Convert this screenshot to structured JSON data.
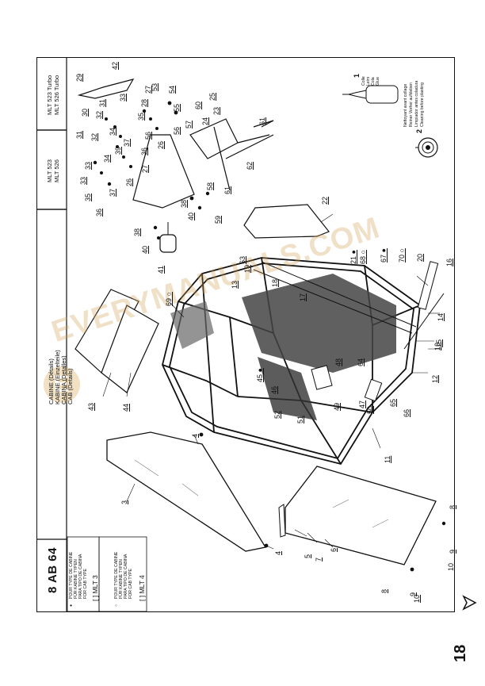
{
  "page": {
    "number": "18",
    "ref_code": "8 AB 64"
  },
  "title": {
    "lines": [
      "CABINE (Détails)",
      "KABINE (Einzelteile)",
      "CABINA (Detalles)",
      "CAB (Details)"
    ]
  },
  "cab_type_notes": [
    {
      "marker": "filled-dot",
      "lines": [
        "POUR TYPE DE CABINE",
        "FÜR KABINE TYPEN",
        "PARA TIPO DE CABINA",
        "FOR CAB TYPE"
      ],
      "model": "MLT 3"
    },
    {
      "marker": "hollow-circle",
      "lines": [
        "POUR TYPE DE CABINE",
        "FÜR KABINE TYPEN",
        "PARA TIPO DE CABINA",
        "FOR CAB TYPE"
      ],
      "model": "MLT 4"
    }
  ],
  "models": {
    "left": [
      "MLT 523",
      "MLT 526"
    ],
    "right": [
      "MLT 523 Turbo",
      "MLT 526 Turbo"
    ]
  },
  "products": [
    {
      "ref": "1",
      "lines": [
        "Colle",
        "Leim",
        "Cola",
        "Glue"
      ]
    },
    {
      "ref": "2",
      "lines": [
        "Nettoyant avant collage",
        "Reiner Vorher aufkleben",
        "Limpiador antes coladura",
        "Cleaning before plasting"
      ]
    }
  ],
  "watermark": "EVERYMANUALS.COM",
  "icons": {
    "arrow": "right-arrow-outline-icon",
    "filled": "filled-dot-icon",
    "hollow": "hollow-circle-icon"
  },
  "part_labels": [
    {
      "text": "3"
    },
    {
      "text": "4"
    },
    {
      "text": "4"
    },
    {
      "text": "5"
    },
    {
      "text": "6"
    },
    {
      "text": "7"
    },
    {
      "text": "8"
    },
    {
      "text": "8"
    },
    {
      "text": "9"
    },
    {
      "text": "9"
    },
    {
      "text": "10"
    },
    {
      "text": "10"
    },
    {
      "text": "11"
    },
    {
      "text": "12"
    },
    {
      "text": "13"
    },
    {
      "text": "13"
    },
    {
      "text": "14"
    },
    {
      "text": "15"
    },
    {
      "text": "16"
    },
    {
      "text": "17"
    },
    {
      "text": "18"
    },
    {
      "text": "19"
    },
    {
      "text": "20"
    },
    {
      "text": "21 ●"
    },
    {
      "text": "22"
    },
    {
      "text": "23"
    },
    {
      "text": "24"
    },
    {
      "text": "25"
    },
    {
      "text": "26"
    },
    {
      "text": "26"
    },
    {
      "text": "27"
    },
    {
      "text": "27"
    },
    {
      "text": "28"
    },
    {
      "text": "29"
    },
    {
      "text": "30"
    },
    {
      "text": "31"
    },
    {
      "text": "31"
    },
    {
      "text": "32"
    },
    {
      "text": "32"
    },
    {
      "text": "33"
    },
    {
      "text": "33"
    },
    {
      "text": "33"
    },
    {
      "text": "34"
    },
    {
      "text": "34"
    },
    {
      "text": "35"
    },
    {
      "text": "35"
    },
    {
      "text": "36"
    },
    {
      "text": "36"
    },
    {
      "text": "37"
    },
    {
      "text": "37"
    },
    {
      "text": "38"
    },
    {
      "text": "38"
    },
    {
      "text": "39"
    },
    {
      "text": "40"
    },
    {
      "text": "40"
    },
    {
      "text": "41"
    },
    {
      "text": "42"
    },
    {
      "text": "43"
    },
    {
      "text": "44"
    },
    {
      "text": "45 ●"
    },
    {
      "text": "46"
    },
    {
      "text": "47"
    },
    {
      "text": "48"
    },
    {
      "text": "49"
    },
    {
      "text": "50"
    },
    {
      "text": "51"
    },
    {
      "text": "52"
    },
    {
      "text": "53"
    },
    {
      "text": "54"
    },
    {
      "text": "55"
    },
    {
      "text": "56"
    },
    {
      "text": "56"
    },
    {
      "text": "57"
    },
    {
      "text": "58"
    },
    {
      "text": "59"
    },
    {
      "text": "60"
    },
    {
      "text": "61"
    },
    {
      "text": "61"
    },
    {
      "text": "62"
    },
    {
      "text": "63"
    },
    {
      "text": "64"
    },
    {
      "text": "65"
    },
    {
      "text": "66"
    },
    {
      "text": "67 ●"
    },
    {
      "text": "68 ○"
    },
    {
      "text": "69 ○"
    },
    {
      "text": "70 ○"
    }
  ]
}
